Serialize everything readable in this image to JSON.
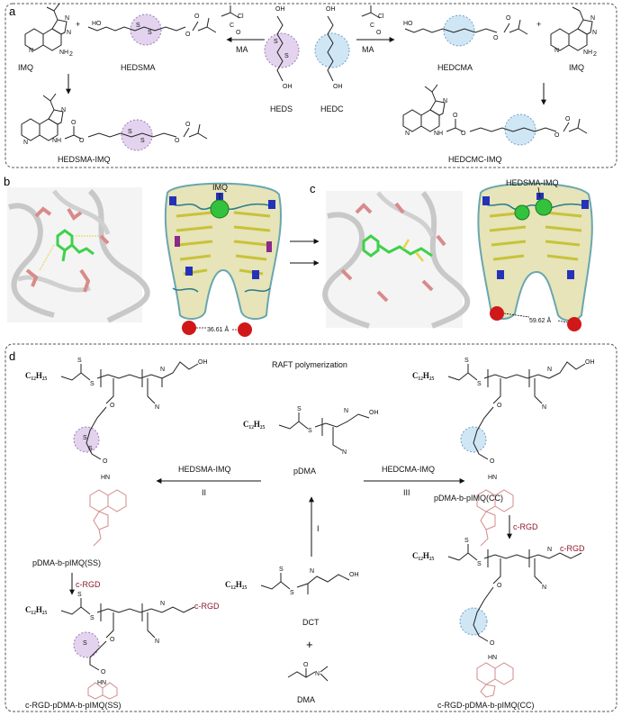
{
  "panels": {
    "a": "a",
    "b": "b",
    "c": "c",
    "d": "d"
  },
  "panel_a": {
    "compounds": {
      "imq_left": "IMQ",
      "hedsma": "HEDSMA",
      "heds": "HEDS",
      "hedc": "HEDC",
      "hedcma": "HEDCMA",
      "imq_right": "IMQ",
      "hedsma_imq": "HEDSMA-IMQ",
      "hedcmc_imq": "HEDCMC-IMQ"
    },
    "reagent_left": "MA",
    "reagent_right": "MA",
    "plus": "+",
    "amine_left": "NH",
    "amine_right": "NH",
    "sub2": "2"
  },
  "panel_b": {
    "imq_label": "IMQ",
    "distance": "36.61 Å"
  },
  "panel_c": {
    "label": "HEDSMA-IMQ",
    "distance": "59.62 Å"
  },
  "panel_d": {
    "title": "RAFT polymerization",
    "chain_end": "C₁₂H₂₅",
    "center_compound": "pDMA",
    "left_arrow_label": "HEDSMA-IMQ",
    "left_arrow_step": "II",
    "right_arrow_label": "HEDCMA-IMQ",
    "right_arrow_step": "III",
    "up_arrow_step": "I",
    "left_product": "pDMA-b-pIMQ(SS)",
    "right_product": "pDMA-b-pIMQ(CC)",
    "crgd_left": "c-RGD",
    "crgd_right": "c-RGD",
    "crgd_end_left": "c-RGD",
    "crgd_end_right": "c-RGD",
    "dct": "DCT",
    "plus": "+",
    "dma": "DMA",
    "final_left": "c-RGD-pDMA-b-pIMQ(SS)",
    "final_right": "c-RGD-pDMA-b-pIMQ(CC)",
    "s": "S",
    "oh": "OH",
    "n": "N",
    "o": "O",
    "hn": "HN"
  },
  "colors": {
    "purple_fill": "#e3d3ee",
    "purple_stroke": "#9c7ab8",
    "blue_fill": "#cfe6f5",
    "blue_stroke": "#6f9ec4",
    "pink": "#d38b8b",
    "crgd": "#8a1a2a"
  }
}
